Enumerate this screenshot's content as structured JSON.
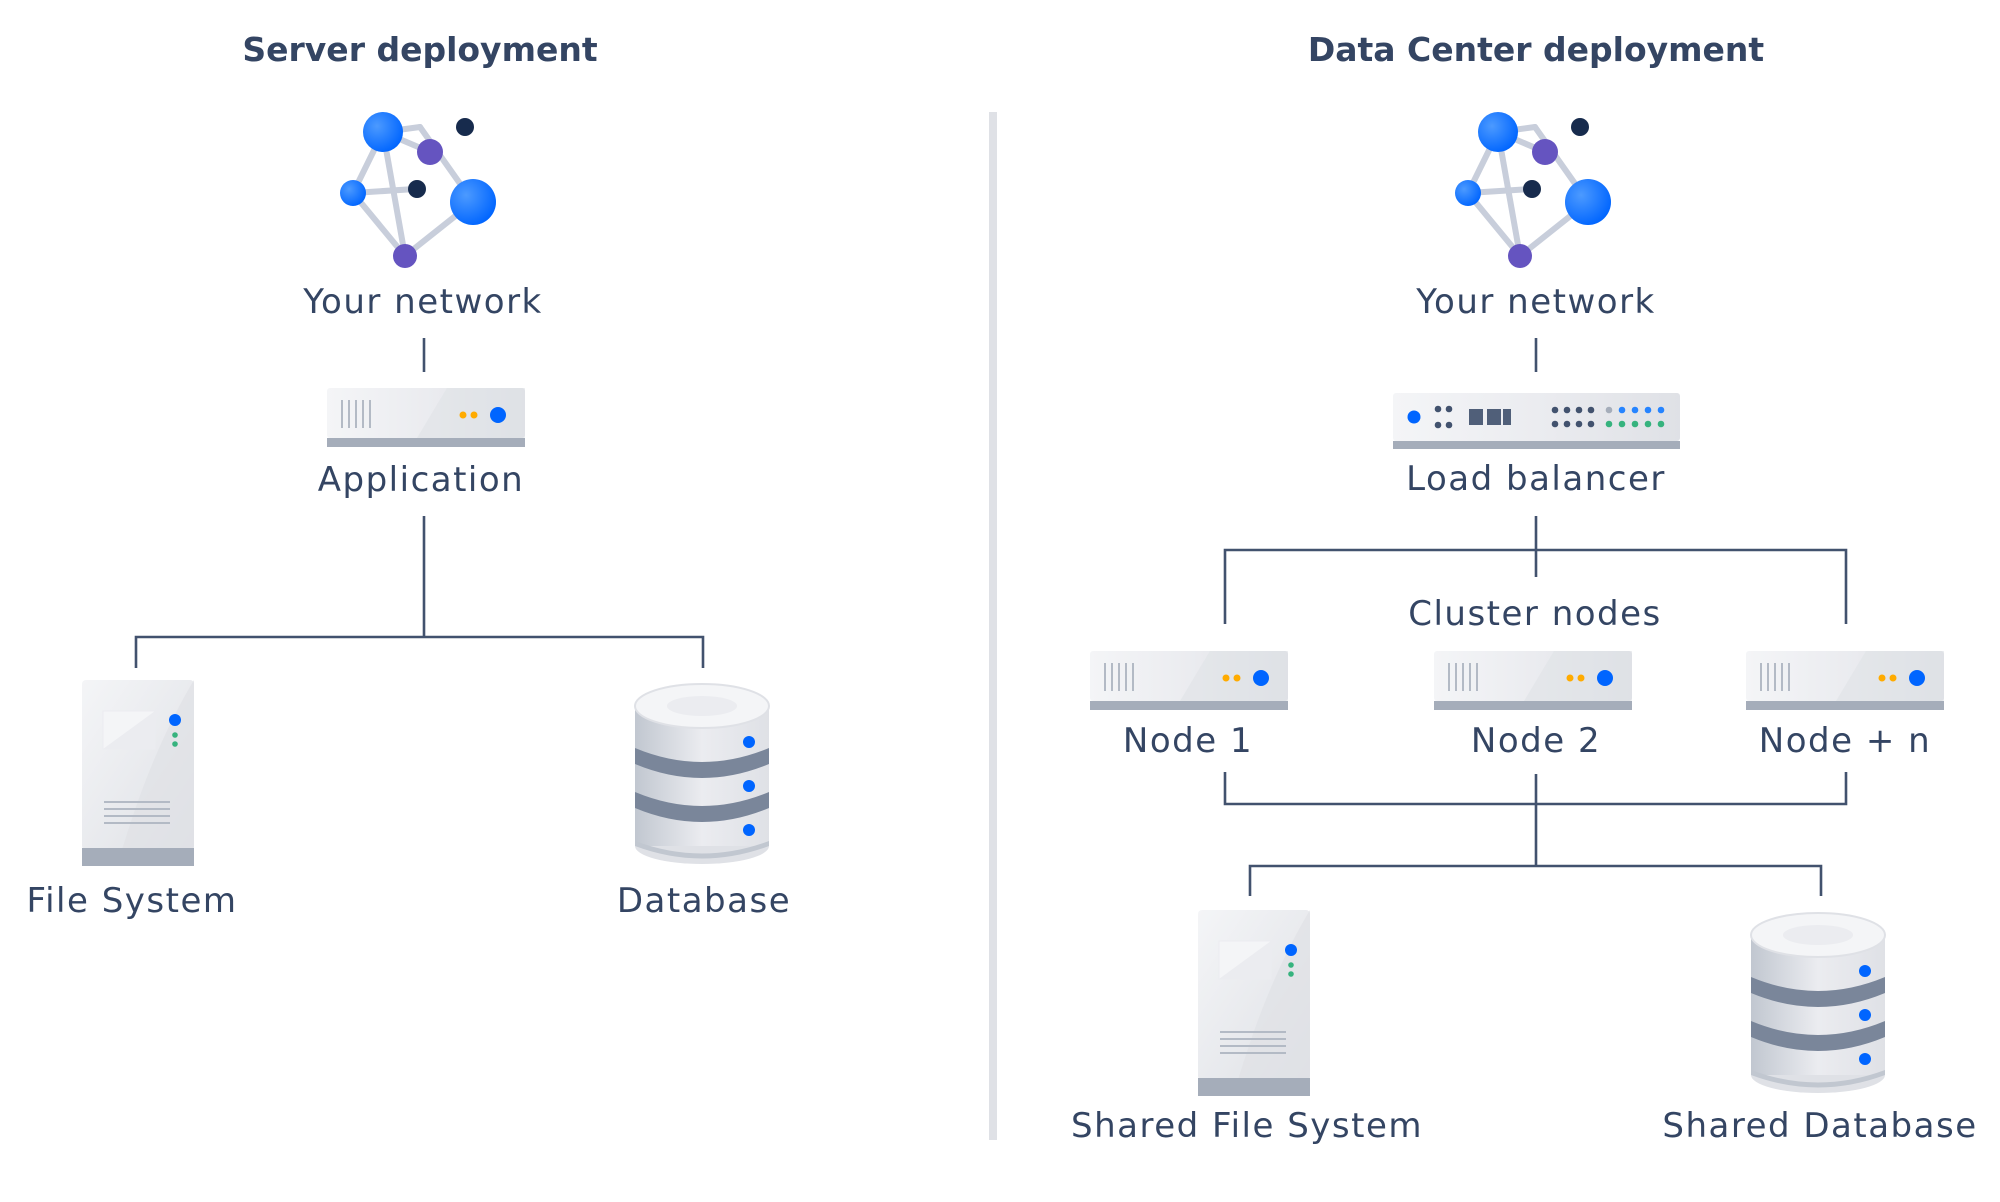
{
  "server": {
    "title": "Server deployment",
    "network": "Your network",
    "application": "Application",
    "file_system": "File System",
    "database": "Database"
  },
  "datacenter": {
    "title": "Data Center deployment",
    "network": "Your network",
    "load_balancer": "Load balancer",
    "cluster_nodes": "Cluster nodes",
    "node1": "Node 1",
    "node2": "Node 2",
    "noden": "Node + n",
    "shared_fs": "Shared File System",
    "shared_db": "Shared Database"
  },
  "colors": {
    "text": "#344563",
    "connector": "#42526E",
    "divider": "#DFE1E6",
    "blue": "#2684FF",
    "purple": "#6554C0",
    "navy": "#172B4D",
    "orange": "#FFAB00",
    "green": "#36B37E"
  },
  "icons": [
    "network-icon",
    "server-icon",
    "load-balancer-icon",
    "file-server-icon",
    "database-icon"
  ]
}
